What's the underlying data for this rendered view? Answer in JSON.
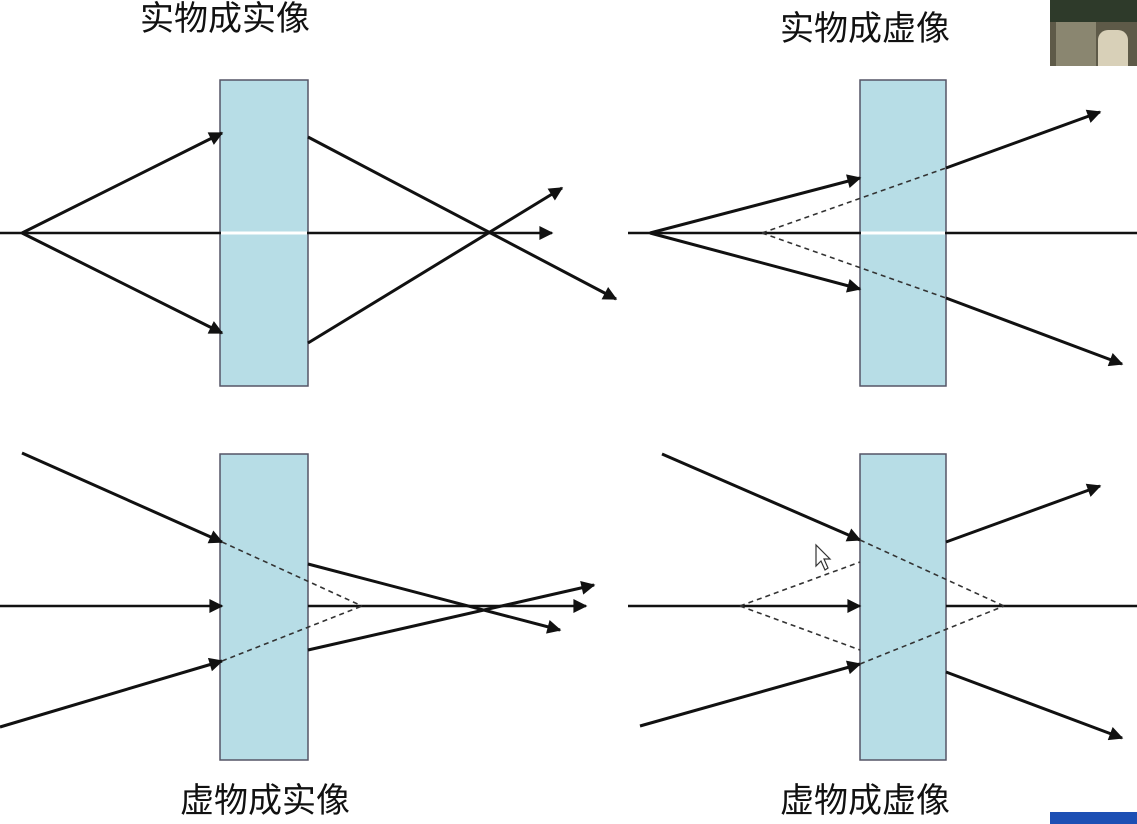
{
  "panels": {
    "real_object_real_image": {
      "caption": "实物成实像"
    },
    "real_object_virtual_image": {
      "caption": "实物成虚像"
    },
    "virtual_object_real_image": {
      "caption": "虚物成实像"
    },
    "virtual_object_virtual_image": {
      "caption": "虚物成虚像"
    }
  },
  "colors": {
    "lens_fill": "#b7dde6",
    "ray": "#111111",
    "background": "#ffffff"
  }
}
